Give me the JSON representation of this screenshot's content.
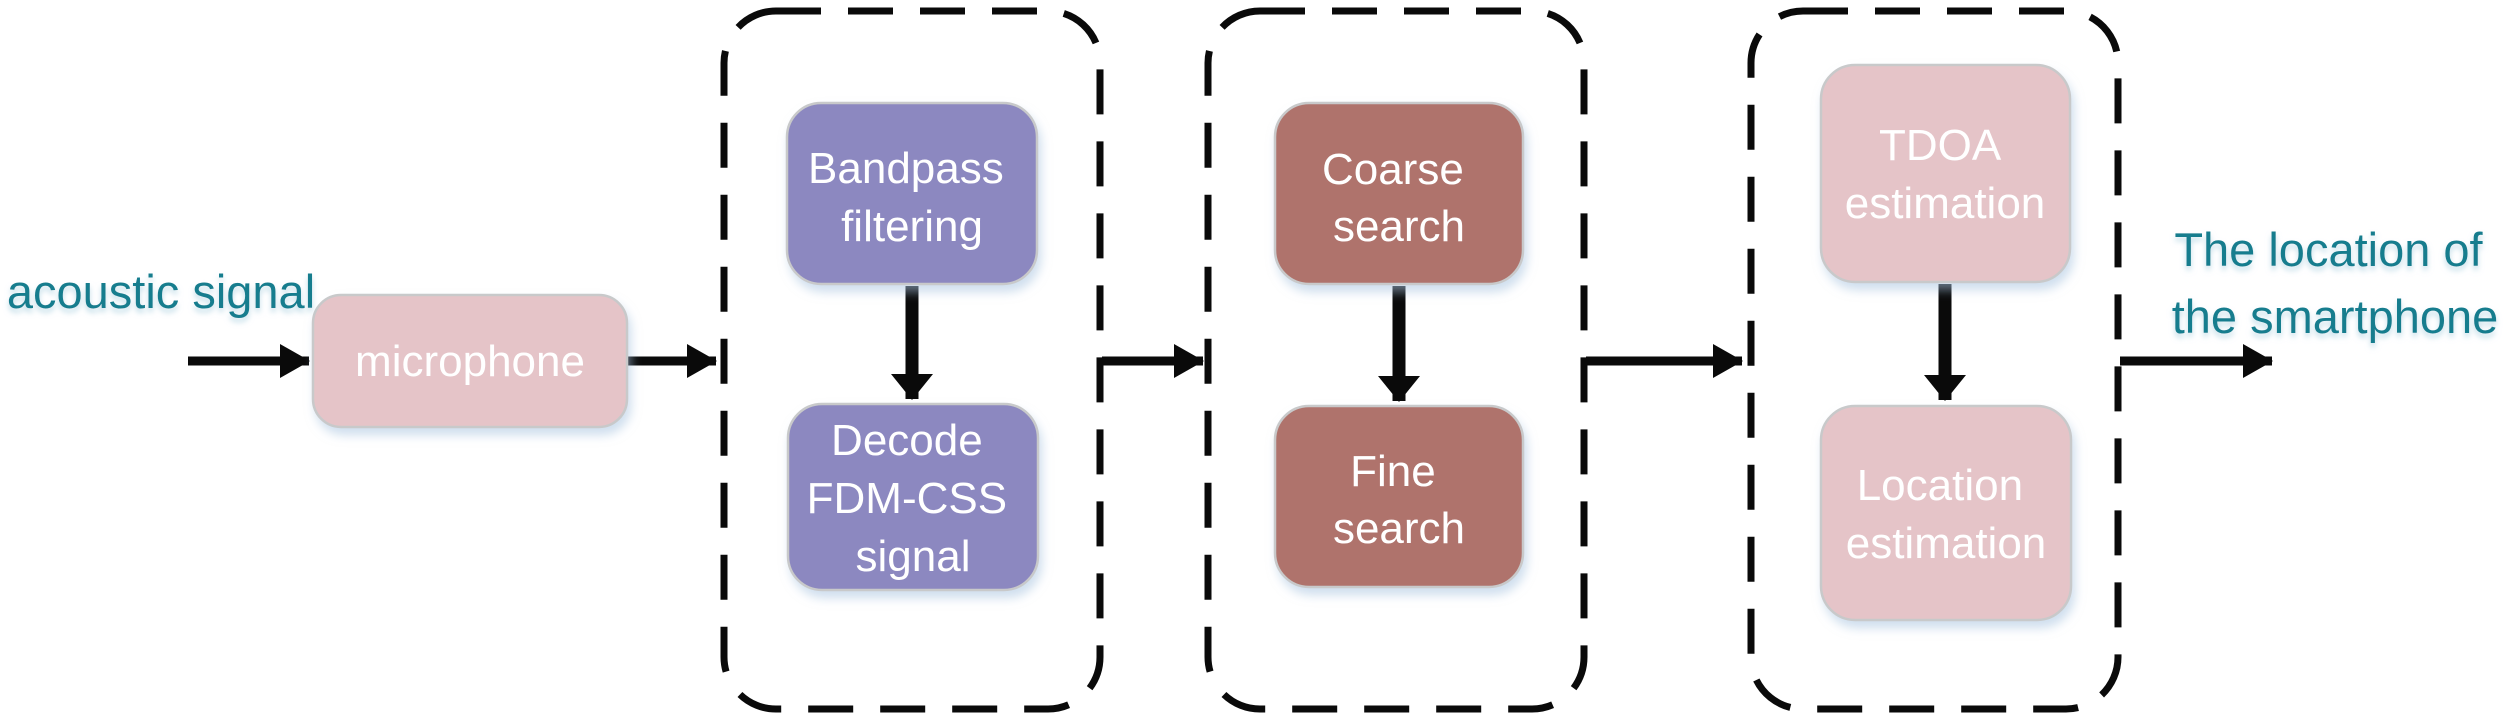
{
  "flow": {
    "input_label": "acoustic signal",
    "output_label": {
      "line1": "The location of",
      "line2": "the smartphone"
    },
    "nodes": {
      "microphone": {
        "label": "microphone"
      },
      "bandpass": {
        "line1": "Bandpass",
        "line2": "filtering"
      },
      "decode": {
        "line1": "Decode",
        "line2": "FDM-CSS",
        "line3": "signal"
      },
      "coarse": {
        "line1": "Coarse",
        "line2": "search"
      },
      "fine": {
        "line1": "Fine",
        "line2": "search"
      },
      "tdoa": {
        "line1": "TDOA",
        "line2": "estimation"
      },
      "location": {
        "line1": "Location",
        "line2": "estimation"
      }
    },
    "colors": {
      "pink_node": "#e5c4c8",
      "purple_node": "#8c88c0",
      "brick_node": "#af736c",
      "node_border": "#c8c9ca",
      "node_text": "#ffffff",
      "teal_text": "#157d8e",
      "connector": "#0a0a0a"
    }
  }
}
